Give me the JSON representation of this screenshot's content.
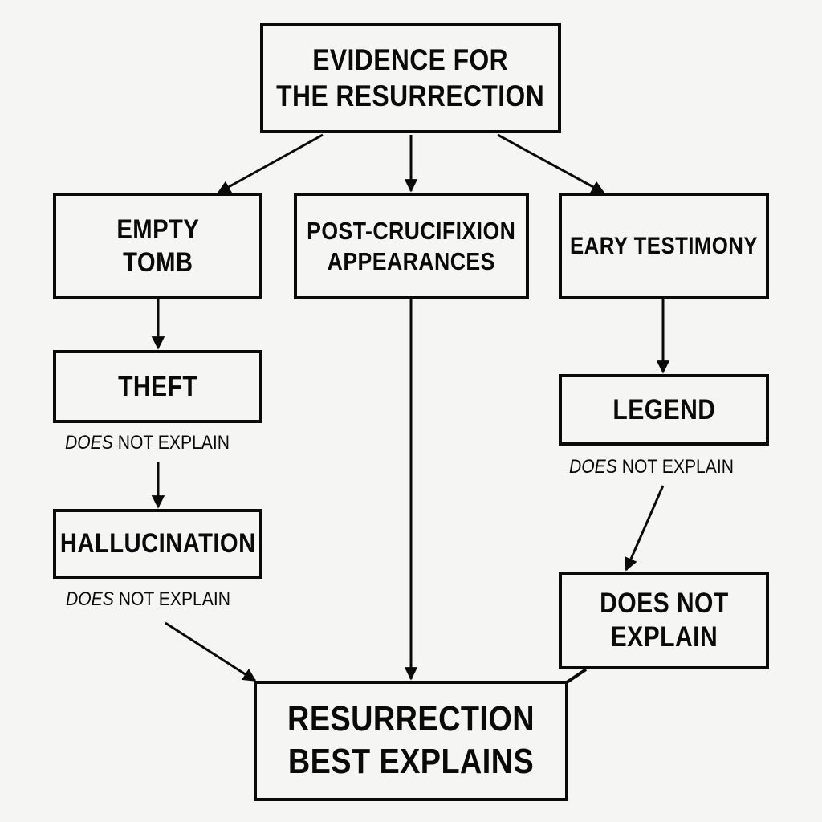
{
  "diagram": {
    "title": [
      "EVIDENCE FOR",
      "THE RESURRECTION"
    ],
    "evidence": [
      {
        "id": "empty-tomb",
        "lines": [
          "EMPTY",
          "TOMB"
        ]
      },
      {
        "id": "post-crucifixion-appearances",
        "lines": [
          "POST-CRUCIFIXION",
          "APPEARANCES"
        ]
      },
      {
        "id": "early-testimony",
        "lines": [
          "EARY TESTIMONY"
        ]
      }
    ],
    "alternatives": [
      {
        "id": "theft",
        "label": "THEFT",
        "verdict": {
          "emphasis": "DOES",
          "rest": " NOT EXPLAIN"
        }
      },
      {
        "id": "hallucination",
        "label": "HALLUCINATION",
        "verdict": {
          "emphasis": "DOES",
          "rest": " NOT EXPLAIN"
        }
      },
      {
        "id": "legend",
        "label": "LEGEND",
        "verdict": {
          "emphasis": "DOES",
          "rest": " NOT EXPLAIN"
        }
      }
    ],
    "legend_outcome": [
      "DOES NOT",
      "EXPLAIN"
    ],
    "conclusion": [
      "RESURRECTION",
      "BEST EXPLAINS"
    ],
    "colors": {
      "ink": "#0a0a0a",
      "background": "#f5f5f3"
    }
  }
}
